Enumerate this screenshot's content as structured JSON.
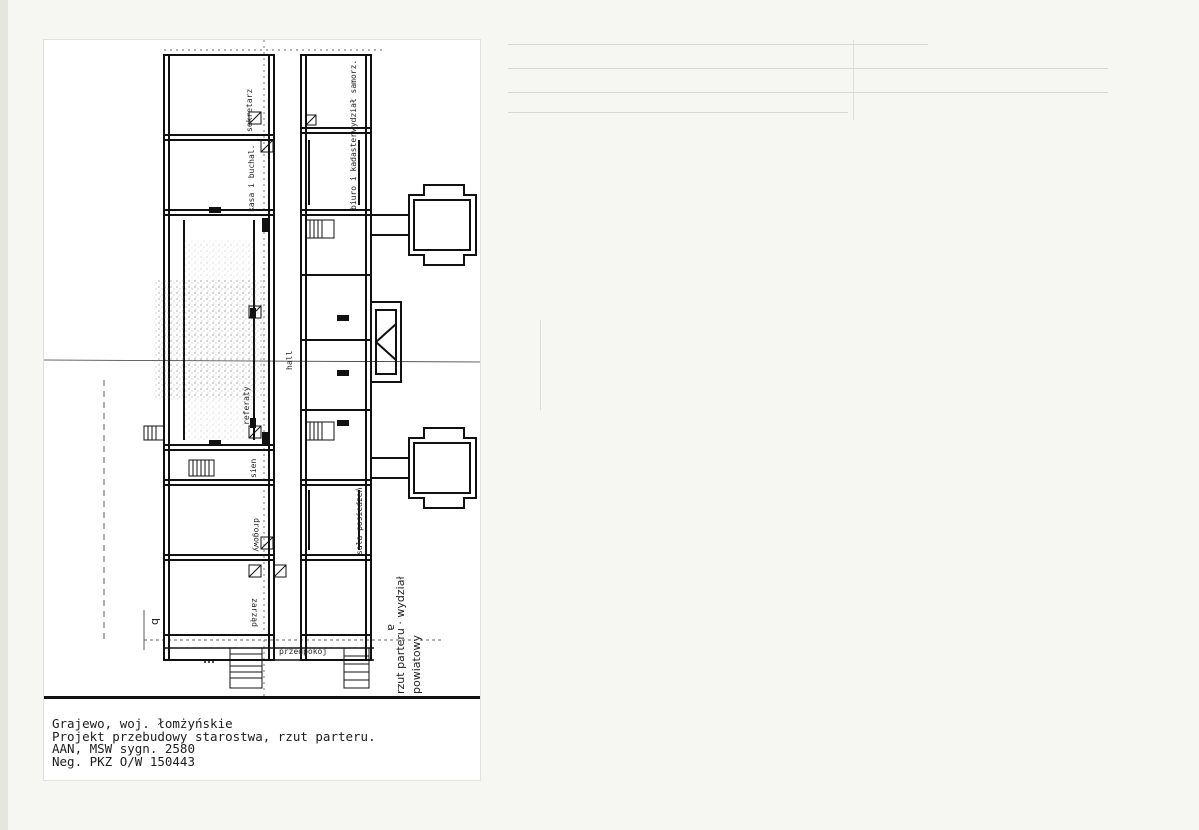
{
  "plan": {
    "room_labels": {
      "sekretarz": "sekretarz",
      "kasa_buchal": "kasa i buchal.",
      "referaty": "referaty",
      "hall": "hall",
      "schody": "sien",
      "drogowy": "drogowy",
      "zarzad": "zarząd",
      "wydzial_samorz": "wydział samorz.",
      "bieg_kadaster": "biuro i kadaster",
      "sala_posiedzen": "sala posiedzeń",
      "przedpokoj": "przedpokój"
    },
    "axis_a": "a",
    "axis_b": "b",
    "title_line1": "rzut parteru · wydział",
    "title_line2": "powiatowy"
  },
  "caption": {
    "line1": "Grajewo, woj. łomżyńskie",
    "line2": "Projekt przebudowy starostwa, rzut parteru.",
    "line3": "AAN, MSW sygn. 2580",
    "line4": "Neg. PKZ O/W 150443"
  }
}
